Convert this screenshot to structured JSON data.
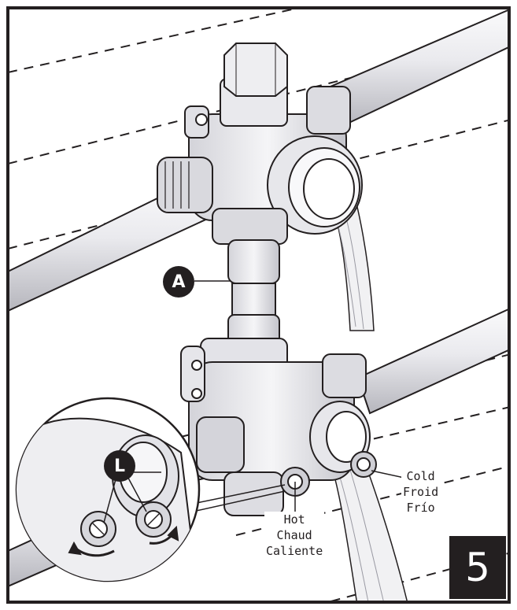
{
  "callouts": {
    "a": "A",
    "l": "L"
  },
  "labels": {
    "cold": [
      "Cold",
      "Froid",
      "Frío"
    ],
    "hot": [
      "Hot",
      "Chaud",
      "Caliente"
    ]
  },
  "step_number": "5",
  "colors": {
    "outline": "#231f20",
    "metal": "#e4e4e8",
    "metal_shadow": "#b9b9c0",
    "water": "#f1f1f3"
  }
}
